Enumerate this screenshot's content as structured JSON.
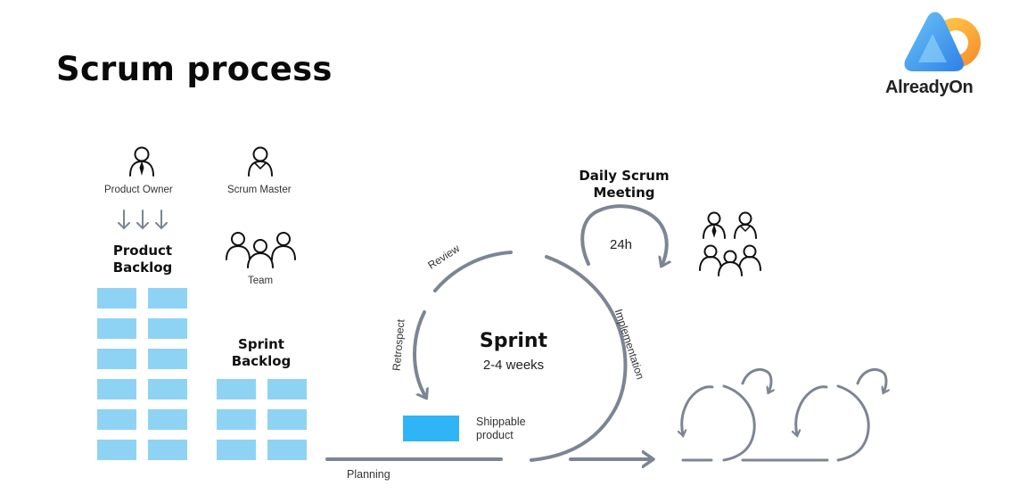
{
  "title": "Scrum process",
  "logo": {
    "text": "AlreadyOn"
  },
  "roles": {
    "product_owner": "Product Owner",
    "scrum_master": "Scrum Master",
    "team": "Team"
  },
  "backlogs": {
    "product_backlog_line1": "Product",
    "product_backlog_line2": "Backlog",
    "sprint_backlog_line1": "Sprint",
    "sprint_backlog_line2": "Backlog"
  },
  "sprint": {
    "title": "Sprint",
    "duration": "2-4 weeks",
    "review": "Review",
    "retrospect": "Retrospect",
    "implementation": "Implementation",
    "planning": "Planning",
    "shippable_line1": "Shippable",
    "shippable_line2": "product"
  },
  "daily": {
    "title_line1": "Daily Scrum",
    "title_line2": "Meeting",
    "cycle": "24h"
  },
  "colors": {
    "arrow": "#7d8594",
    "backlog_cell": "#8fd3f4",
    "shippable": "#2fb5f5",
    "logo_blue": "#3aa0ef",
    "logo_orange": "#f9a23b"
  }
}
